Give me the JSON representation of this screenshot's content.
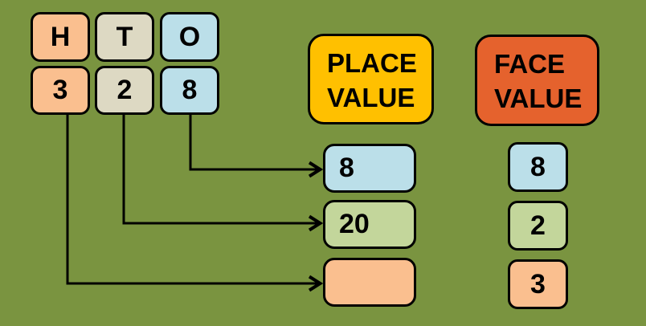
{
  "palette": {
    "background": "#7A9440",
    "peach": "#FABF8F",
    "beige": "#DDD9C3",
    "blue": "#BBDFE9",
    "green": "#C3D69B",
    "gold": "#FFC000",
    "orange_red": "#E5622D",
    "line": "#000000"
  },
  "number_panel": {
    "header_row": [
      {
        "label": "H"
      },
      {
        "label": "T"
      },
      {
        "label": "O"
      }
    ],
    "digit_row": [
      {
        "value": "3"
      },
      {
        "value": "2"
      },
      {
        "value": "8"
      }
    ]
  },
  "place_value": {
    "title_line1": "PLACE",
    "title_line2": "VALUE",
    "items": [
      {
        "value": "8"
      },
      {
        "value": "20"
      },
      {
        "value": ""
      }
    ]
  },
  "face_value": {
    "title_line1": "FACE",
    "title_line2": "VALUE",
    "items": [
      {
        "value": "8"
      },
      {
        "value": "2"
      },
      {
        "value": "3"
      }
    ]
  }
}
